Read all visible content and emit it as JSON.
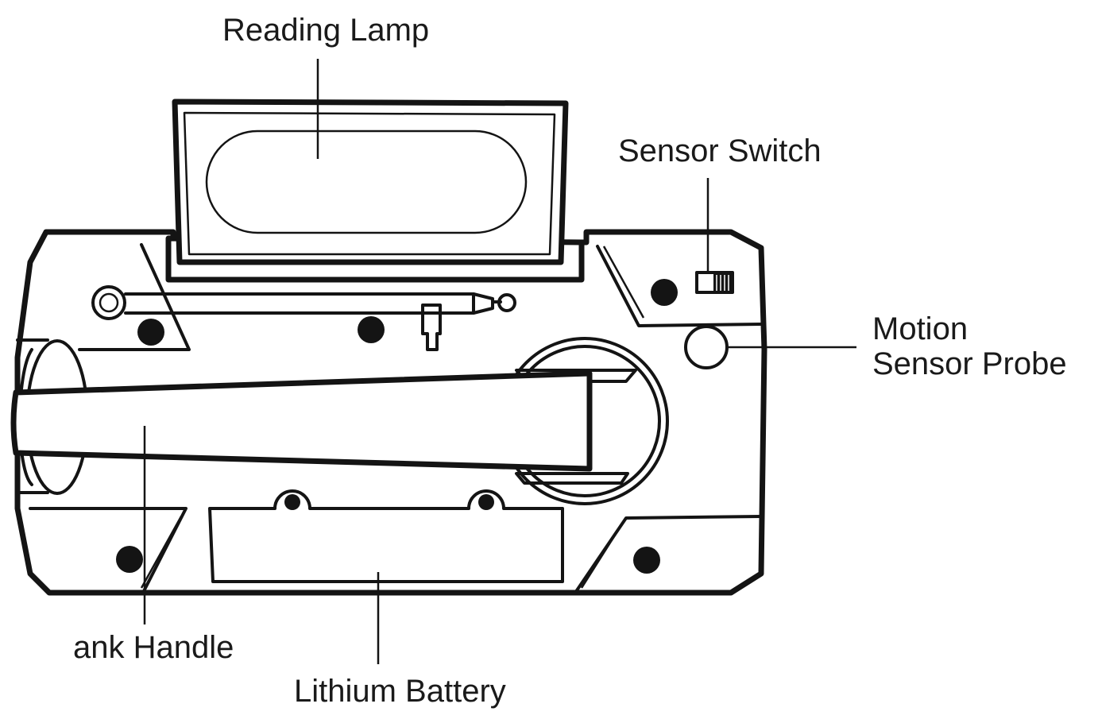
{
  "labels": {
    "reading_lamp": "Reading Lamp",
    "sensor_switch": "Sensor Switch",
    "motion_sensor_line1": "Motion",
    "motion_sensor_line2": "Sensor Probe",
    "crank_handle": "ank Handle",
    "lithium_battery": "Lithium Battery"
  },
  "colors": {
    "line": "#141414",
    "background": "#ffffff"
  }
}
